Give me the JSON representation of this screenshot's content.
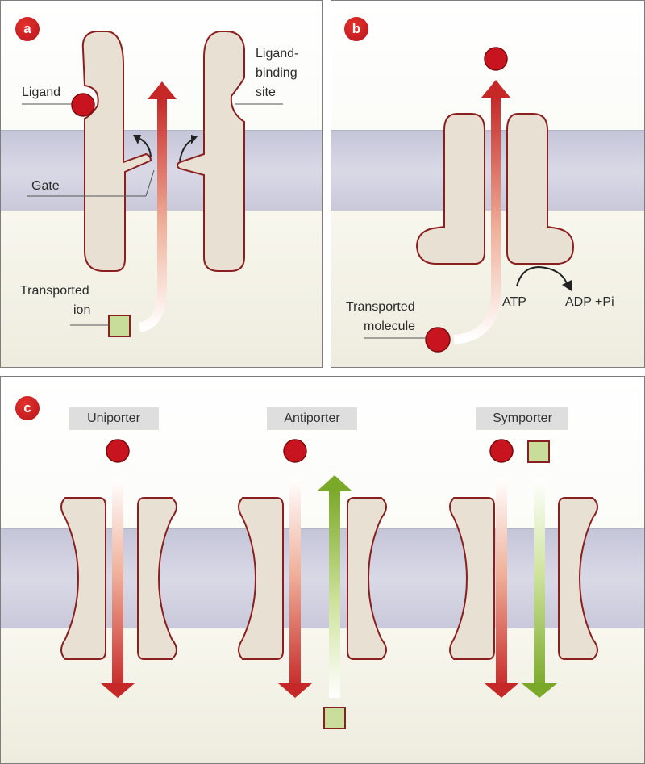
{
  "panels": {
    "a": {
      "badge": "a",
      "labels": {
        "ligand": "Ligand",
        "binding_1": "Ligand-",
        "binding_2": "binding",
        "binding_3": "site",
        "gate": "Gate",
        "ion_1": "Transported",
        "ion_2": "ion"
      }
    },
    "b": {
      "badge": "b",
      "labels": {
        "molecule_1": "Transported",
        "molecule_2": "molecule",
        "atp": "ATP",
        "adp": "ADP +Pi"
      }
    },
    "c": {
      "badge": "c",
      "tags": {
        "uniporter": "Uniporter",
        "antiporter": "Antiporter",
        "symporter": "Symporter"
      }
    }
  },
  "colors": {
    "protein": "#e8e0d2",
    "protein_outline": "#8a1f1f",
    "membrane": "#d0d0e0",
    "ion_red": "#c8141e",
    "ion_green": "#c9dd9a",
    "arrow_red": "#c62828",
    "arrow_green": "#7aa829",
    "badge": "#d42a2a"
  }
}
